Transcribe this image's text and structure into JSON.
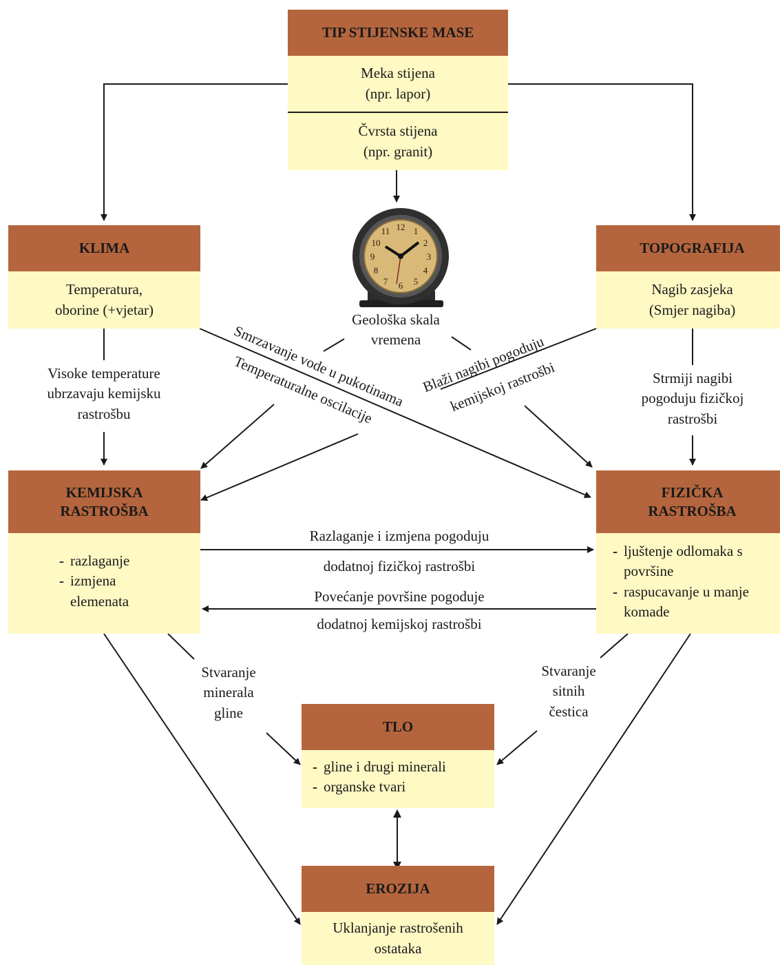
{
  "rock_type": {
    "title": "TIP STIJENSKE MASE",
    "soft": [
      "Meka stijena",
      "(npr. lapor)"
    ],
    "hard": [
      "Čvrsta stijena",
      "(npr. granit)"
    ]
  },
  "climate": {
    "title": "KLIMA",
    "lines": [
      "Temperatura,",
      "oborine (+vjetar)"
    ]
  },
  "topography": {
    "title": "TOPOGRAFIJA",
    "lines": [
      "Nagib zasjeka",
      "(Smjer nagiba)"
    ]
  },
  "clock": {
    "lines": [
      "Geološka skala",
      "vremena"
    ]
  },
  "chemical": {
    "title_lines": [
      "KEMIJSKA",
      "RASTROŠBA"
    ],
    "items": [
      "razlaganje",
      "izmjena elemenata"
    ]
  },
  "physical": {
    "title_lines": [
      "FIZIČKA",
      "RASTROŠBA"
    ],
    "items": [
      "ljuštenje odlomaka s površine",
      "raspucavanje u manje komade"
    ]
  },
  "soil": {
    "title": "TLO",
    "items": [
      "gline i drugi minerali",
      "organske tvari"
    ]
  },
  "erosion": {
    "title": "EROZIJA",
    "lines": [
      "Uklanjanje rastrošenih",
      "ostataka"
    ]
  },
  "labels": {
    "high_temp": [
      "Visoke temperature",
      "ubrzavaju kemijsku",
      "rastrošbu"
    ],
    "steeper": [
      "Strmiji nagibi",
      "pogoduju fizičkoj",
      "rastrošbi"
    ],
    "freezing": "Smrzavanje vode u pukotinama",
    "temp_osc": "Temperaturalne oscilacije",
    "gentle_1": "Blaži nagibi pogoduju",
    "gentle_2": "kemijskoj rastrošbi",
    "decomp_1": "Razlaganje i izmjena pogoduju",
    "decomp_2": "dodatnoj fizičkoj rastrošbi",
    "surface_1": "Povećanje površine pogoduje",
    "surface_2": "dodatnoj kemijskoj rastrošbi",
    "clay": [
      "Stvaranje",
      "minerala",
      "gline"
    ],
    "fine": [
      "Stvaranje",
      "sitnih",
      "čestica"
    ]
  },
  "colors": {
    "header": "#b5653d",
    "body": "#fff9c4",
    "line": "#1a1a1a"
  }
}
